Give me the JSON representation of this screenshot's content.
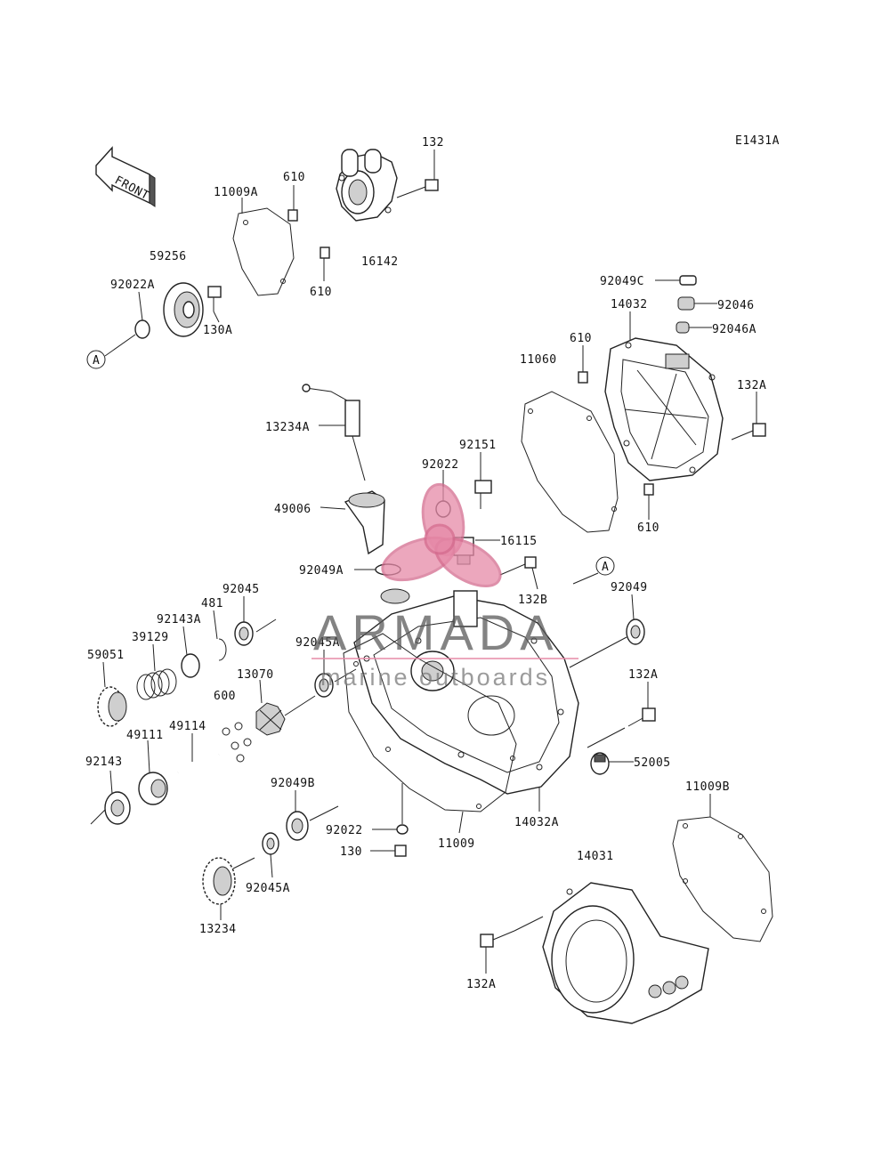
{
  "diagram": {
    "code": "E1431A",
    "front_label": "FRONT",
    "ref_marker": "A",
    "parts": [
      "132",
      "11009A",
      "610",
      "16142",
      "59256",
      "92022A",
      "130A",
      "92049C",
      "92046",
      "14032",
      "92046A",
      "11060",
      "132A",
      "13234A",
      "92151",
      "92022",
      "49006",
      "16115",
      "92049A",
      "132B",
      "92049",
      "481",
      "92045",
      "92143A",
      "39129",
      "92045A",
      "59051",
      "13070",
      "600",
      "49114",
      "49111",
      "92143",
      "52005",
      "92049B",
      "11009",
      "14032A",
      "11009B",
      "130",
      "14031",
      "13234"
    ]
  },
  "watermark": {
    "brand": "ARMADA",
    "tagline": "marine outboards",
    "color": "#e68aa8"
  }
}
